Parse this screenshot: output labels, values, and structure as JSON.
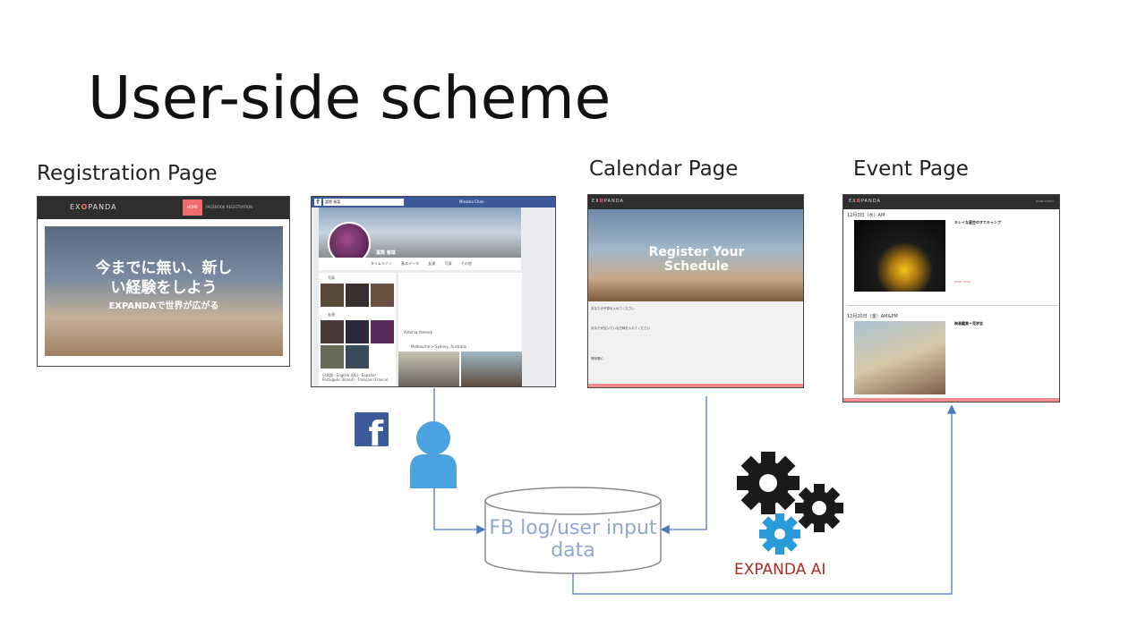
{
  "title": "User-side scheme",
  "labels": {
    "registration": "Registration Page",
    "calendar": "Calendar Page",
    "event": "Event Page"
  },
  "registration_page": {
    "logo_prefix": "EX",
    "logo_mark": "O",
    "logo_suffix": "PANDA",
    "home_button": "HOME",
    "fb_registration": "FACEBOOK REGISTRATION",
    "hero_line1": "今までに無い、新し",
    "hero_line2": "い経験をしよう",
    "hero_line3": "EXPANDAで世界が広がる"
  },
  "facebook_page": {
    "search": "冨樫 春菜",
    "user": "Minamo Chan",
    "profile_name": "冨樫 春菜",
    "tabs": [
      "タイムライン",
      "基本データ",
      "友達",
      "写真",
      "その他"
    ],
    "photos": "写真",
    "friends": "友達",
    "post_name": "Antonia Almeirk",
    "post_location": "Melbourne > Sydney, Australia",
    "languages": "日本語 · English (US) · Español · Português (Brasil) · Français (France)"
  },
  "calendar_page": {
    "logo_prefix": "EX",
    "logo_mark": "O",
    "logo_suffix": "PANDA",
    "hero_line1": "Register Your",
    "hero_line2": "Schedule",
    "q1": "あなたの予算を入れてください",
    "q2": "あなたが空いている日時を入れてください",
    "q3": "興味関心"
  },
  "event_page": {
    "logo_prefix": "EX",
    "logo_mark": "O",
    "logo_suffix": "PANDA",
    "nav": "HOME  EVENT",
    "date1": "12月3日（水）AM",
    "title1": "キレイな星空のすてキャンプ",
    "more": "READ MORE",
    "date2": "12月20日（金）AM&PM",
    "title2": "映画鑑賞＋見学会"
  },
  "diagram": {
    "database": "FB log/user input data",
    "ai_label": "EXPANDA AI"
  },
  "icons": {
    "facebook": "facebook-icon",
    "user": "user-icon",
    "gears": "gear-icon",
    "database": "database-icon"
  },
  "colors": {
    "arrow": "#4a78c2",
    "user_icon": "#4aa3df",
    "gear_dark": "#1a1a1a",
    "gear_blue": "#2a9ad8",
    "ai_label": "#b02a2a",
    "database_text": "#8fa8d0",
    "facebook_blue": "#3c5a99"
  }
}
